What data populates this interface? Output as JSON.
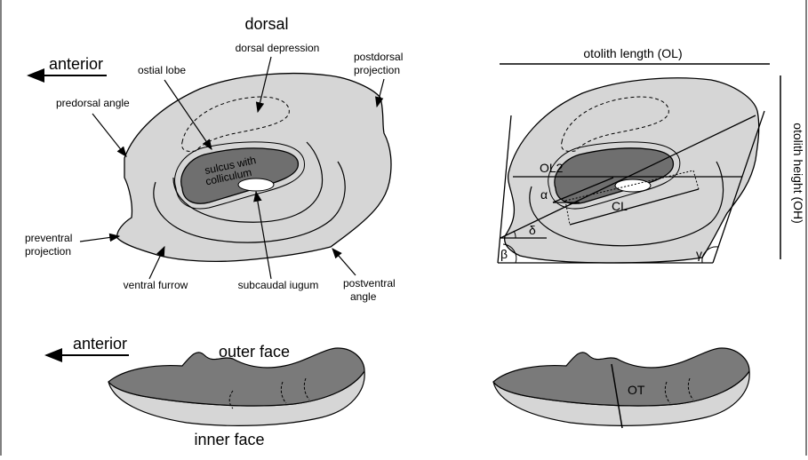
{
  "labels": {
    "dorsal": "dorsal",
    "anterior_top": "anterior",
    "dorsal_depression": "dorsal depression",
    "postdorsal_projection_1": "postdorsal",
    "postdorsal_projection_2": "projection",
    "ostial_lobe": "ostial lobe",
    "predorsal_angle": "predorsal angle",
    "sulcus_1": "sulcus with",
    "sulcus_2": "colliculum",
    "preventral_projection_1": "preventral",
    "preventral_projection_2": "projection",
    "ventral_furrow": "ventral furrow",
    "subcaudal_iugum": "subcaudal iugum",
    "postventral_angle_1": "postventral",
    "postventral_angle_2": "angle",
    "otolith_length": "otolith length (OL)",
    "otolith_height": "otolith height (OH)",
    "ol2": "OL2",
    "alpha": "α",
    "cl": "CL",
    "delta": "δ",
    "beta": "β",
    "gamma": "γ",
    "anterior_bottom": "anterior",
    "outer_face": "outer face",
    "inner_face": "inner face",
    "ot": "OT"
  },
  "colors": {
    "otolith_fill": "#d6d6d6",
    "face_fill": "#7a7a7a",
    "sulcus_fill": "#6f6f6f",
    "stroke": "#000000"
  }
}
